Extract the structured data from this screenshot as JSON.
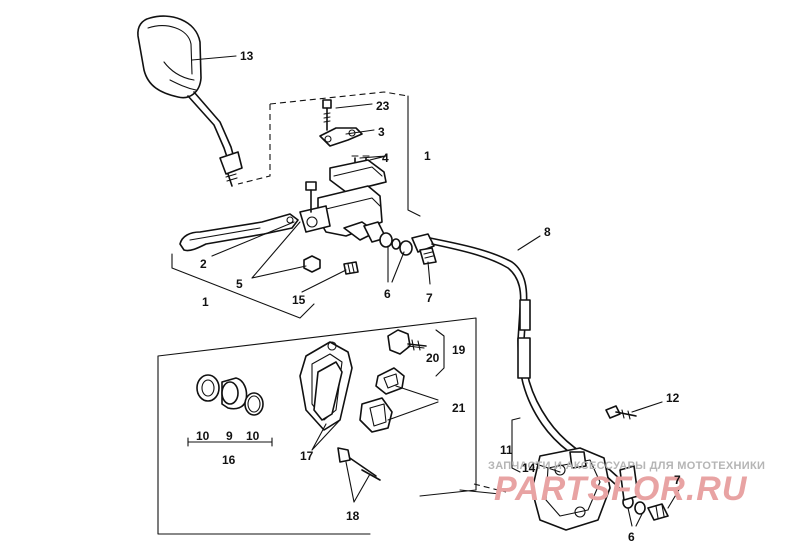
{
  "diagram": {
    "labels": {
      "l13": "13",
      "l23": "23",
      "l3": "3",
      "l4": "4",
      "l1a": "1",
      "l2": "2",
      "l5": "5",
      "l15": "15",
      "l1b": "1",
      "l6a": "6",
      "l7a": "7",
      "l8": "8",
      "l20": "20",
      "l19": "19",
      "l21": "21",
      "l12": "12",
      "l10a": "10",
      "l9": "9",
      "l10b": "10",
      "l16": "16",
      "l17": "17",
      "l18": "18",
      "l11": "11",
      "l14": "14",
      "l7b": "7",
      "l6b": "6"
    }
  },
  "watermark": {
    "line1": "ЗАПЧАСТИ И АКСЕССУАРЫ ДЛЯ МОТОТЕХНИКИ",
    "line2": "PARTSFOR.RU"
  }
}
